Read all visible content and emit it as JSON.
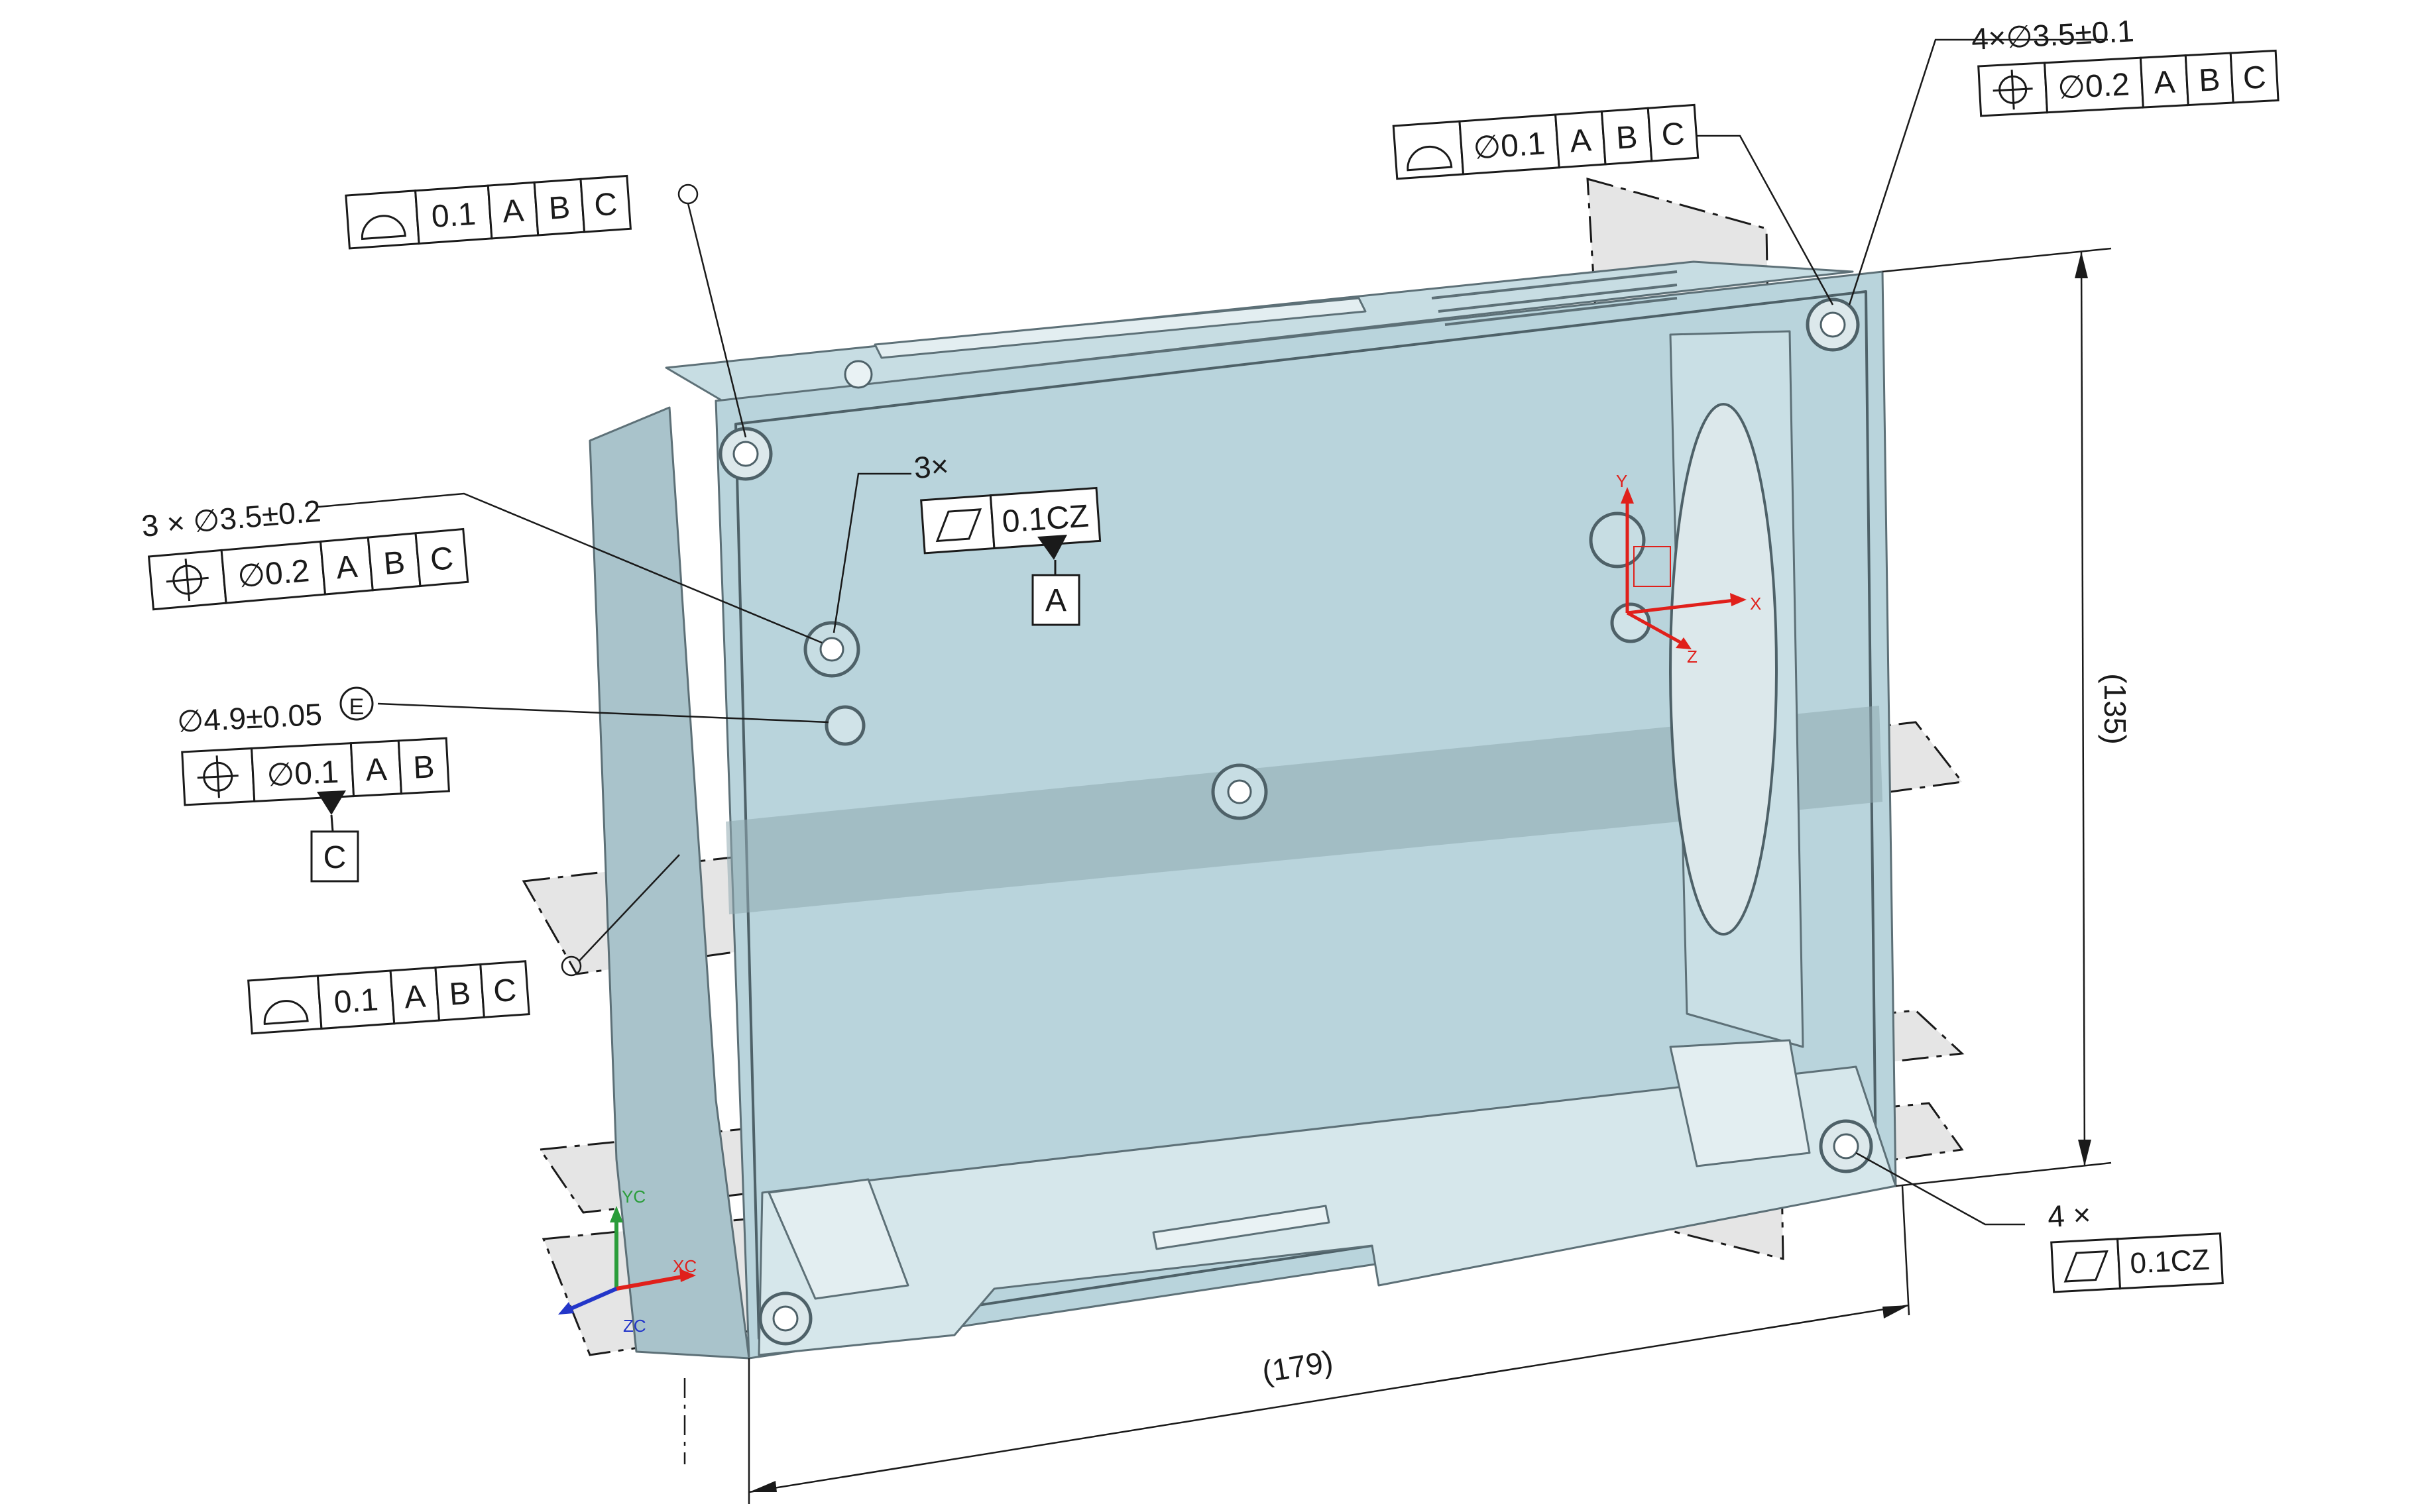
{
  "fcf": {
    "top_left": {
      "symbol": "profile-of-surface",
      "tolerance": "0.1",
      "datums": [
        "A",
        "B",
        "C"
      ]
    },
    "top_center": {
      "symbol": "profile-of-surface",
      "tolerance": "∅0.1",
      "datums": [
        "A",
        "B",
        "C"
      ]
    },
    "top_right": {
      "symbol": "position",
      "tolerance": "∅0.2",
      "datums": [
        "A",
        "B",
        "C"
      ]
    },
    "left_holes": {
      "symbol": "position",
      "tolerance": "∅0.2",
      "datums": [
        "A",
        "B",
        "C"
      ]
    },
    "left_pin": {
      "symbol": "position",
      "tolerance": "∅0.1",
      "datums": [
        "A",
        "B"
      ]
    },
    "left_bottom": {
      "symbol": "profile-of-surface",
      "tolerance": "0.1",
      "datums": [
        "A",
        "B",
        "C"
      ]
    },
    "center_flatness": {
      "symbol": "flatness",
      "tolerance": "0.1CZ"
    },
    "bottom_right_flatness": {
      "symbol": "flatness",
      "tolerance": "0.1CZ"
    }
  },
  "notes": {
    "top_right_qty": "4×∅3.5±0.1",
    "left_holes_qty": "3 × ∅3.5±0.2",
    "left_pin_size": "∅4.9±0.05",
    "left_pin_modifier": "E",
    "center_qty": "3×",
    "bottom_right_qty": "4 ×"
  },
  "datum_labels": {
    "center": "A",
    "left_pin": "C"
  },
  "dimensions": {
    "width": "(179)",
    "height": "(135)"
  },
  "csys": {
    "part": {
      "x": "X",
      "y": "Y",
      "z": "Z"
    },
    "world": {
      "x": "XC",
      "y": "YC",
      "z": "ZC"
    }
  },
  "colors": {
    "part_fill": "#b9d4dc",
    "line": "#1a1a1a",
    "axis_red": "#e0201b",
    "axis_green": "#2a9d3a",
    "axis_blue": "#2336c9"
  }
}
